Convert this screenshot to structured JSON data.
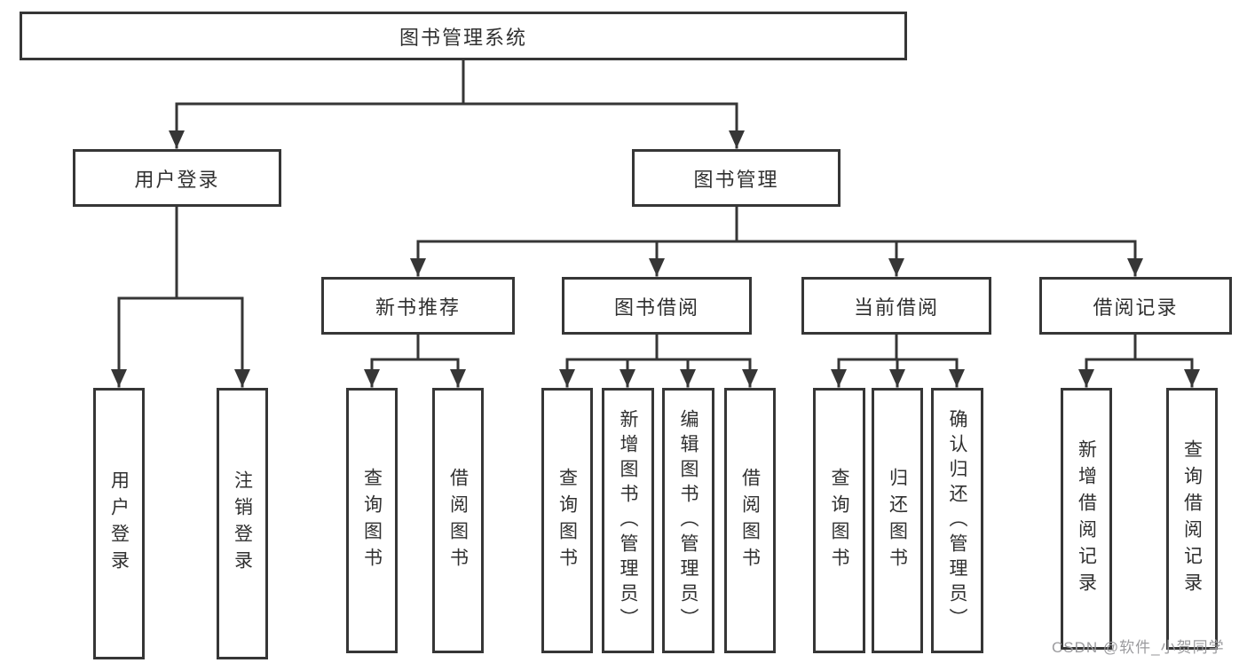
{
  "nodes": {
    "root": "图书管理系统",
    "user_login": "用户登录",
    "book_management": "图书管理",
    "new_book_recommend": "新书推荐",
    "book_borrow": "图书借阅",
    "current_borrow": "当前借阅",
    "borrow_records": "借阅记录",
    "login_children": [
      "用户登录",
      "注销登录"
    ],
    "recommend_children": [
      "查询图书",
      "借阅图书"
    ],
    "borrow_children": [
      "查询图书",
      "新增图书（管理员）",
      "编辑图书（管理员）",
      "借阅图书"
    ],
    "current_children": [
      "查询图书",
      "归还图书",
      "确认归还（管理员）"
    ],
    "record_children": [
      "新增借阅记录",
      "查询借阅记录"
    ]
  },
  "watermark": "CSDN @软件_小贺同学",
  "colors": {
    "line": "#363636",
    "text": "#303030",
    "background": "#ffffff",
    "watermark": "#9b9b9e"
  }
}
